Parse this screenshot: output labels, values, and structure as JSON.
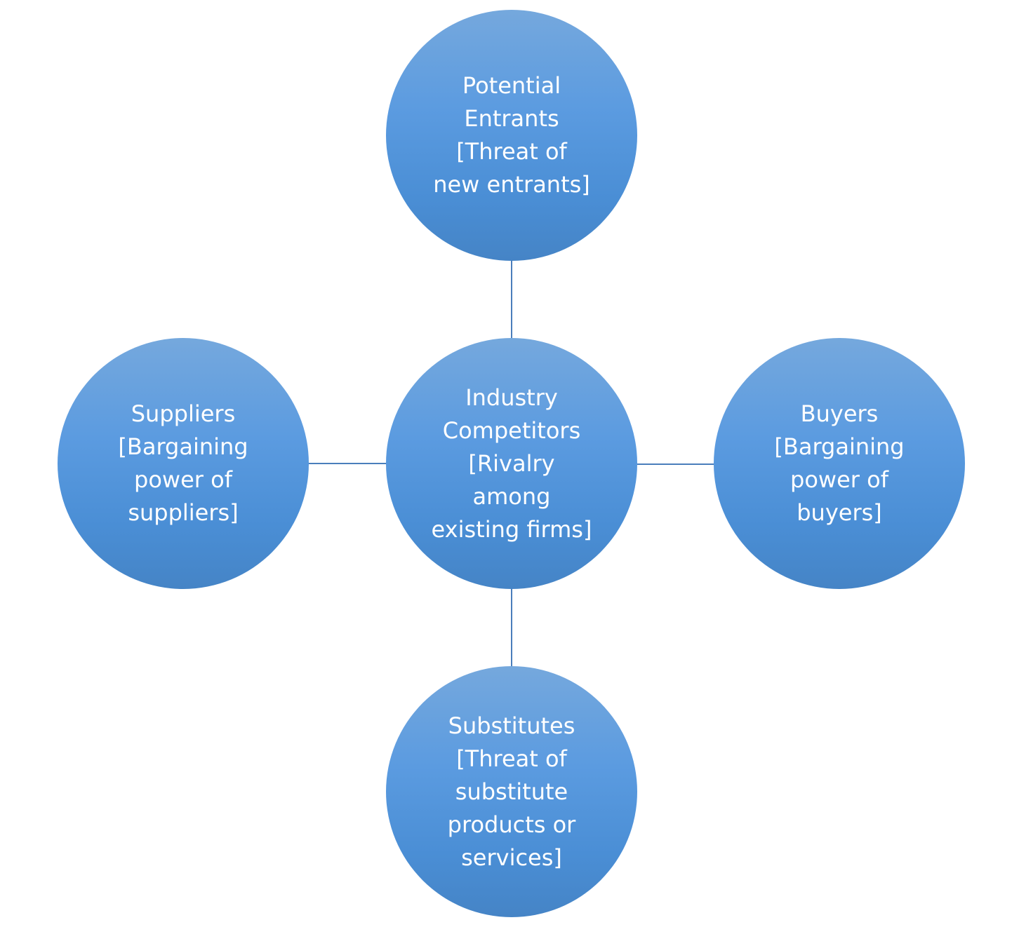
{
  "diagram": {
    "fill_top": "#75a8dd",
    "fill_bottom": "#4584c6",
    "connector_color": "#4a7ebb",
    "nodes": {
      "top": {
        "lines": [
          "Potential",
          "Entrants",
          "[Threat of",
          "new entrants]"
        ]
      },
      "center": {
        "lines": [
          "Industry",
          "Competitors",
          "[Rivalry",
          "among",
          "existing firms]"
        ]
      },
      "left": {
        "lines": [
          "Suppliers",
          "[Bargaining",
          "power of",
          "suppliers]"
        ]
      },
      "right": {
        "lines": [
          "Buyers",
          "[Bargaining",
          "power of",
          "buyers]"
        ]
      },
      "bottom": {
        "lines": [
          "Substitutes",
          "[Threat of",
          "substitute",
          "products or",
          "services]"
        ]
      }
    }
  }
}
